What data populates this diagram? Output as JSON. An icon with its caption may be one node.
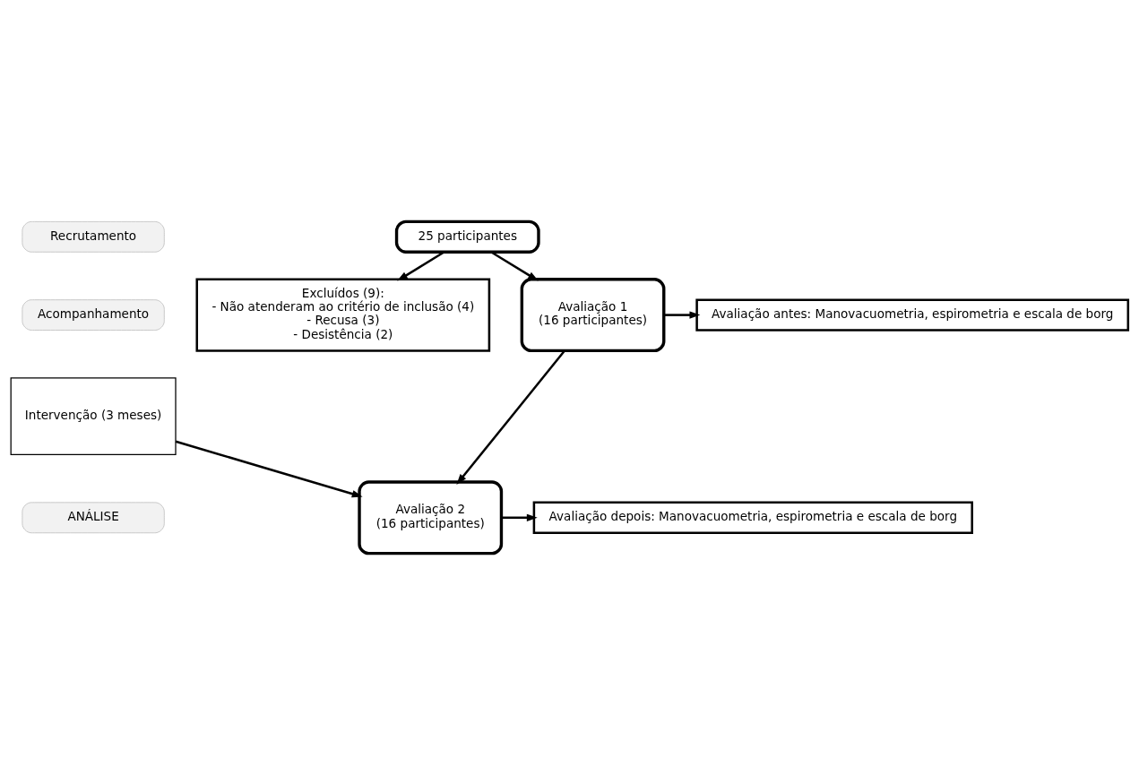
{
  "diagram": {
    "nodes": [
      {
        "text": [
          "Recrutamento"
        ]
      },
      {
        "text": [
          "25 participantes"
        ]
      },
      {
        "text": [
          "Excluídos (9):",
          "- Não atenderam ao critério de inclusão (4)",
          "- Recusa (3)",
          "- Desistência (2)"
        ]
      },
      {
        "text": [
          "Acompanhamento"
        ]
      },
      {
        "text": [
          "Avaliação 1",
          "(16 participantes)"
        ]
      },
      {
        "text": [
          "Avaliação antes: Manovacuometria, espirometria e escala de borg"
        ]
      },
      {
        "text": [
          "Intervenção (3 meses)"
        ]
      },
      {
        "text": [
          "ANÁLISE"
        ]
      },
      {
        "text": [
          "Avaliação 2",
          "(16 participantes)"
        ]
      },
      {
        "text": [
          "Avaliação depois: Manovacuometria, espirometria e escala de borg"
        ]
      }
    ],
    "edges": [
      {
        "from": 1,
        "to": 4,
        "arrow": "to"
      },
      {
        "from": 1,
        "to": 2,
        "arrow": "to"
      },
      {
        "from": 4,
        "to": 5,
        "arrow": "to"
      },
      {
        "from": 4,
        "to": 8,
        "arrow": "to"
      },
      {
        "from": 6,
        "to": 8,
        "arrow": "to"
      },
      {
        "from": 8,
        "to": 9,
        "arrow": "to"
      }
    ]
  }
}
